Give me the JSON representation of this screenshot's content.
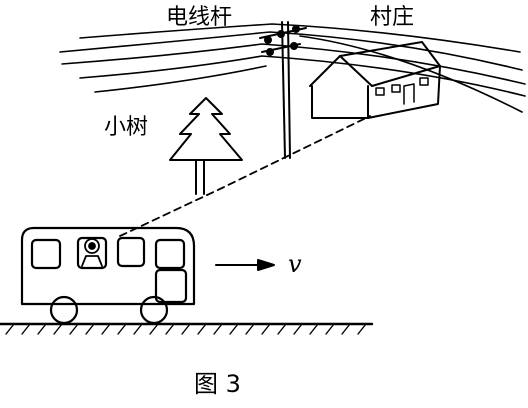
{
  "labels": {
    "pole": "电线杆",
    "village": "村庄",
    "tree": "小树",
    "velocity": "v",
    "caption": "图 3"
  },
  "icons": [
    "utility-pole-icon",
    "house-icon",
    "tree-icon",
    "bus-icon",
    "passenger-icon",
    "velocity-arrow-icon"
  ]
}
